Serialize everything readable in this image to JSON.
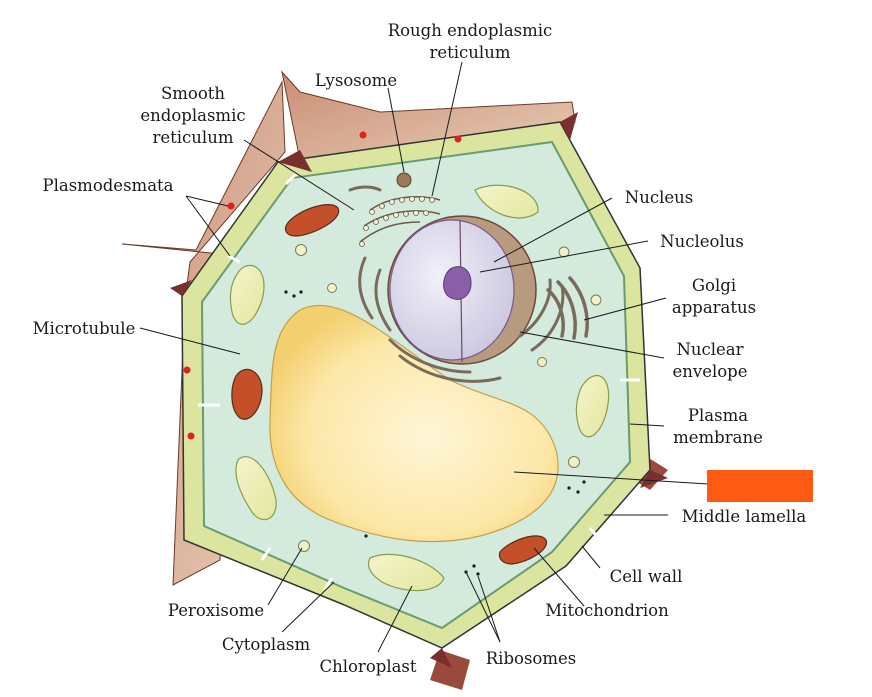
{
  "labels": {
    "rough_er_1": "Rough endoplasmic",
    "rough_er_2": "reticulum",
    "lysosome": "Lysosome",
    "smooth_er_1": "Smooth",
    "smooth_er_2": "endoplasmic",
    "smooth_er_3": "reticulum",
    "plasmodesmata": "Plasmodesmata",
    "nucleus": "Nucleus",
    "nucleolus": "Nucleolus",
    "golgi_1": "Golgi",
    "golgi_2": "apparatus",
    "microtubule": "Microtubule",
    "nuclear_env_1": "Nuclear",
    "nuclear_env_2": "envelope",
    "plasma_mem_1": "Plasma",
    "plasma_mem_2": "membrane",
    "middle_lamella": "Middle lamella",
    "cell_wall": "Cell wall",
    "peroxisome": "Peroxisome",
    "mitochondrion": "Mitochondrion",
    "cytoplasm": "Cytoplasm",
    "chloroplast": "Chloroplast",
    "ribosomes": "Ribosomes"
  },
  "colors": {
    "cell_wall": "#d8e39a",
    "cytoplasm": "#d6ebe0",
    "vacuole": "#fce7a6",
    "middle_lamella": "#7a2f2f",
    "neighbor_cell": "#d9b49a",
    "nucleus": "#d9d6e8",
    "nucleolus": "#8b5fa8",
    "mitochondrion": "#c4502a",
    "hidden_label_box": "#ff5a14",
    "plasmodesmata_dot": "#e02020"
  }
}
